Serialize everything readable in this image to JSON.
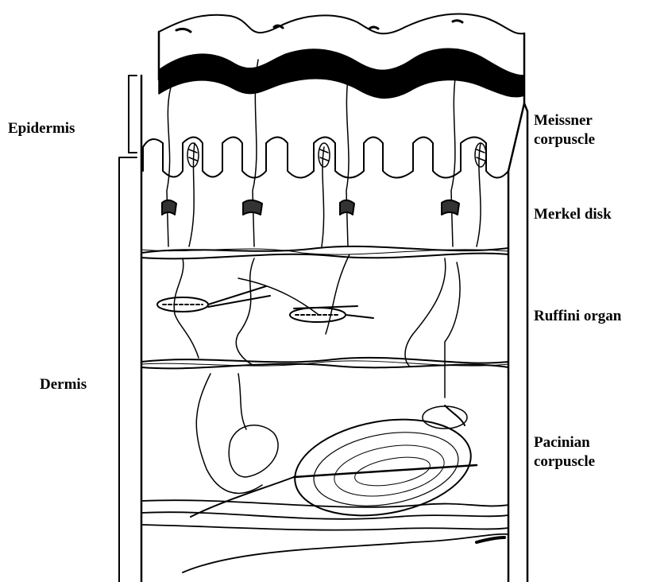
{
  "labels": {
    "epidermis": "Epidermis",
    "dermis": "Dermis",
    "meissner_line1": "Meissner",
    "meissner_line2": "corpuscle",
    "merkel": "Merkel disk",
    "ruffini": "Ruffini organ",
    "pacinian_line1": "Pacinian",
    "pacinian_line2": "corpuscle"
  },
  "colors": {
    "ink": "#000000",
    "paper": "#ffffff"
  }
}
